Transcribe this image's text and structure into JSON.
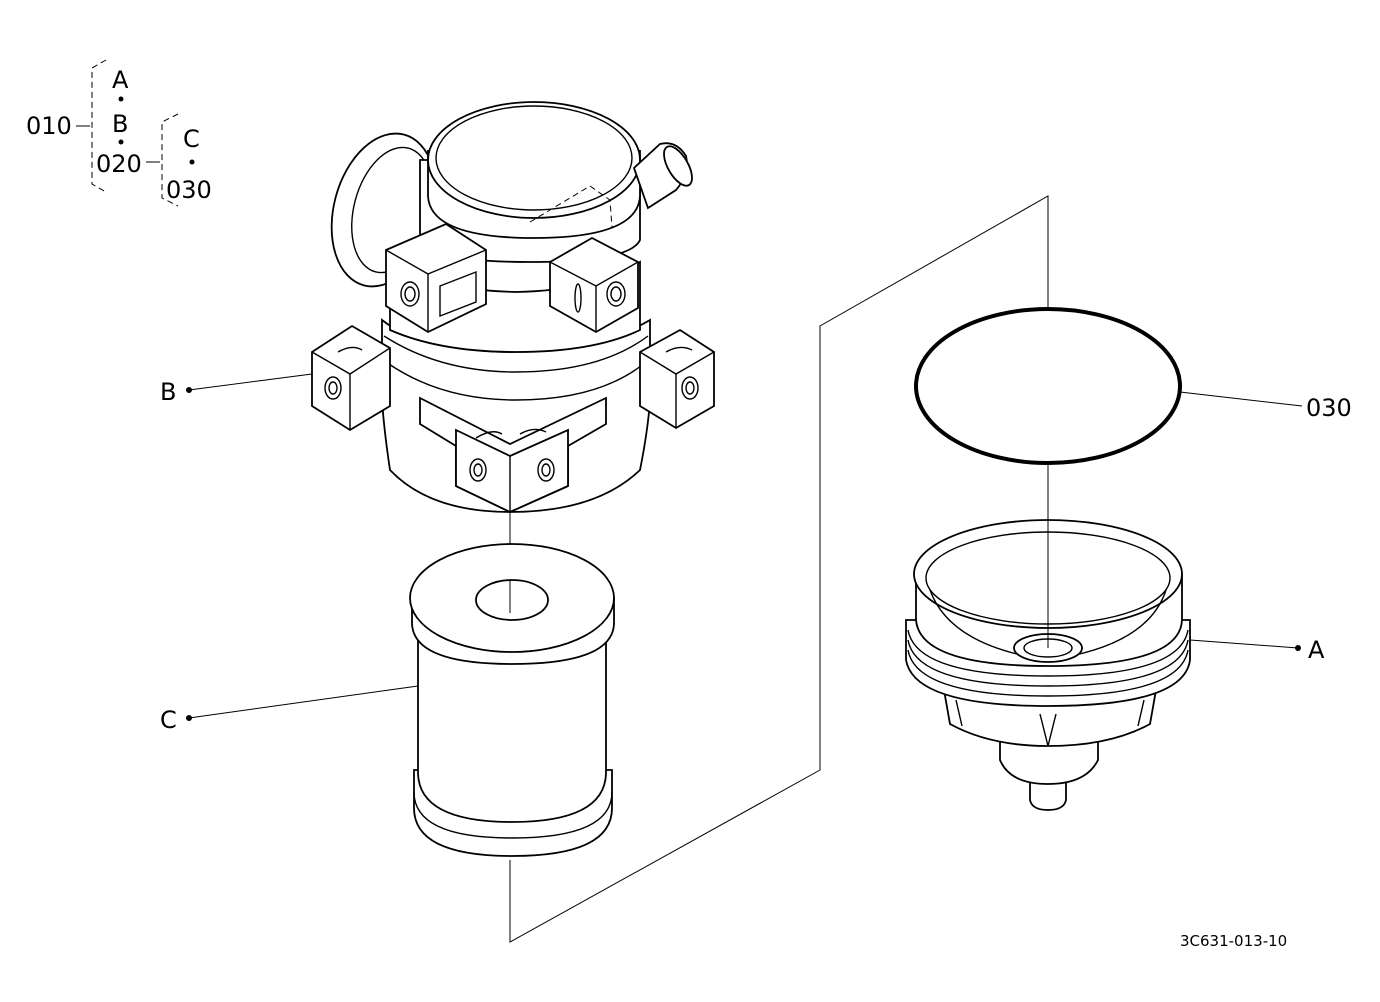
{
  "diagram": {
    "drawing_number": "3C631-013-10",
    "legend": {
      "assembly": "010",
      "sub_assembly": "020",
      "items": [
        "A",
        "B",
        "C",
        "030"
      ],
      "assembly_items": [
        "A",
        "B"
      ],
      "sub_assembly_items": [
        "C",
        "030"
      ]
    },
    "callouts": {
      "housing_head": "B",
      "filter_element": "C",
      "o_ring": "030",
      "bowl": "A"
    }
  }
}
